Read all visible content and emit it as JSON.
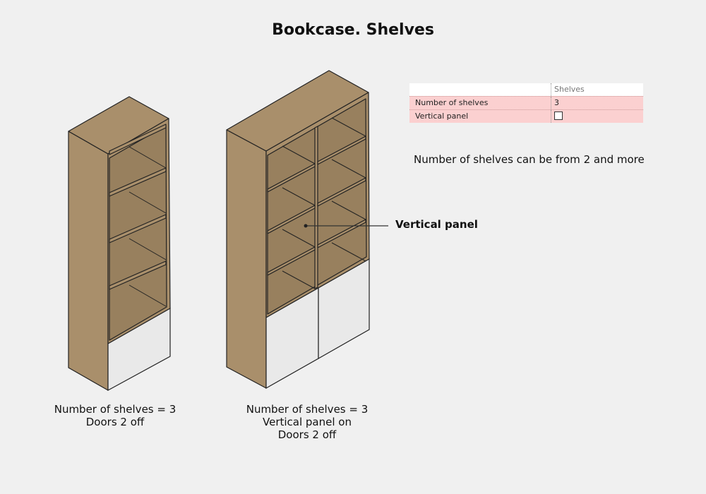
{
  "title": "Bookcase. Shelves",
  "properties": {
    "header": "Shelves",
    "rows": [
      {
        "label": "Number of shelves",
        "value": "3"
      },
      {
        "label": "Vertical panel",
        "value": ""
      }
    ]
  },
  "note": "Number of shelves can be from 2 and more",
  "callout": "Vertical panel",
  "captions": {
    "left": [
      "Number of shelves = 3",
      "Doors 2 off"
    ],
    "right": [
      "Number of shelves = 3",
      "Vertical panel on",
      "Doors 2 off"
    ]
  }
}
